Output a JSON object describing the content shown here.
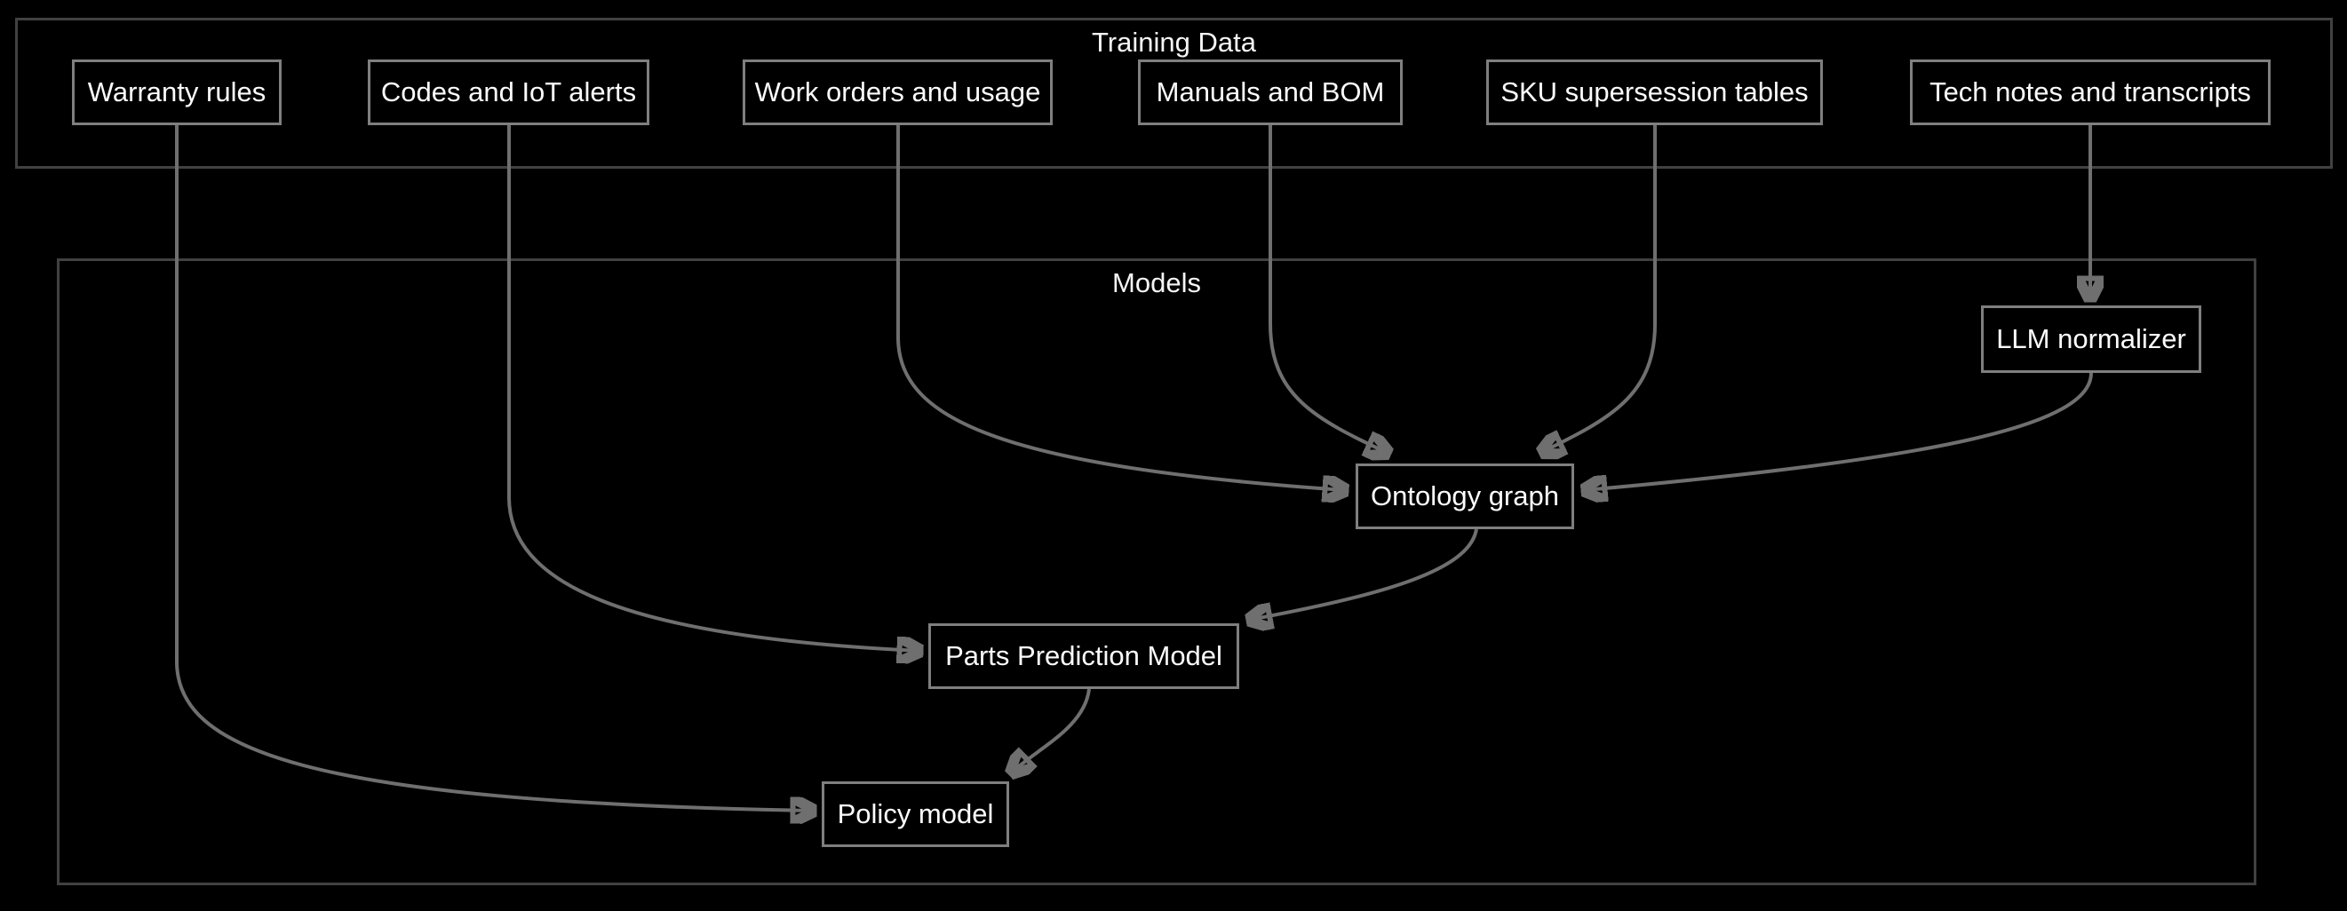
{
  "diagram": {
    "clusters": [
      {
        "id": "training_data",
        "label": "Training Data"
      },
      {
        "id": "models",
        "label": "Models"
      }
    ],
    "nodes": [
      {
        "id": "warranty",
        "cluster": "training_data",
        "label": "Warranty rules"
      },
      {
        "id": "codes",
        "cluster": "training_data",
        "label": "Codes and IoT alerts"
      },
      {
        "id": "work",
        "cluster": "training_data",
        "label": "Work orders and usage"
      },
      {
        "id": "manuals",
        "cluster": "training_data",
        "label": "Manuals and BOM"
      },
      {
        "id": "sku",
        "cluster": "training_data",
        "label": "SKU supersession tables"
      },
      {
        "id": "tech",
        "cluster": "training_data",
        "label": "Tech notes and transcripts"
      },
      {
        "id": "llm",
        "cluster": "models",
        "label": "LLM normalizer"
      },
      {
        "id": "ontology",
        "cluster": "models",
        "label": "Ontology graph"
      },
      {
        "id": "parts",
        "cluster": "models",
        "label": "Parts Prediction Model"
      },
      {
        "id": "policy",
        "cluster": "models",
        "label": "Policy model"
      }
    ],
    "edges": [
      {
        "from": "Tech notes and transcripts",
        "to": "LLM normalizer"
      },
      {
        "from": "Work orders and usage",
        "to": "Ontology graph"
      },
      {
        "from": "Manuals and BOM",
        "to": "Ontology graph"
      },
      {
        "from": "SKU supersession tables",
        "to": "Ontology graph"
      },
      {
        "from": "LLM normalizer",
        "to": "Ontology graph"
      },
      {
        "from": "Codes and IoT alerts",
        "to": "Parts Prediction Model"
      },
      {
        "from": "Ontology graph",
        "to": "Parts Prediction Model"
      },
      {
        "from": "Warranty rules",
        "to": "Policy model"
      },
      {
        "from": "Parts Prediction Model",
        "to": "Policy model"
      }
    ],
    "colors": {
      "background": "#000000",
      "cluster_border": "#414141",
      "node_border": "#7f7f7f",
      "edge": "#6f6f6f",
      "text": "#fcfcfc"
    }
  }
}
